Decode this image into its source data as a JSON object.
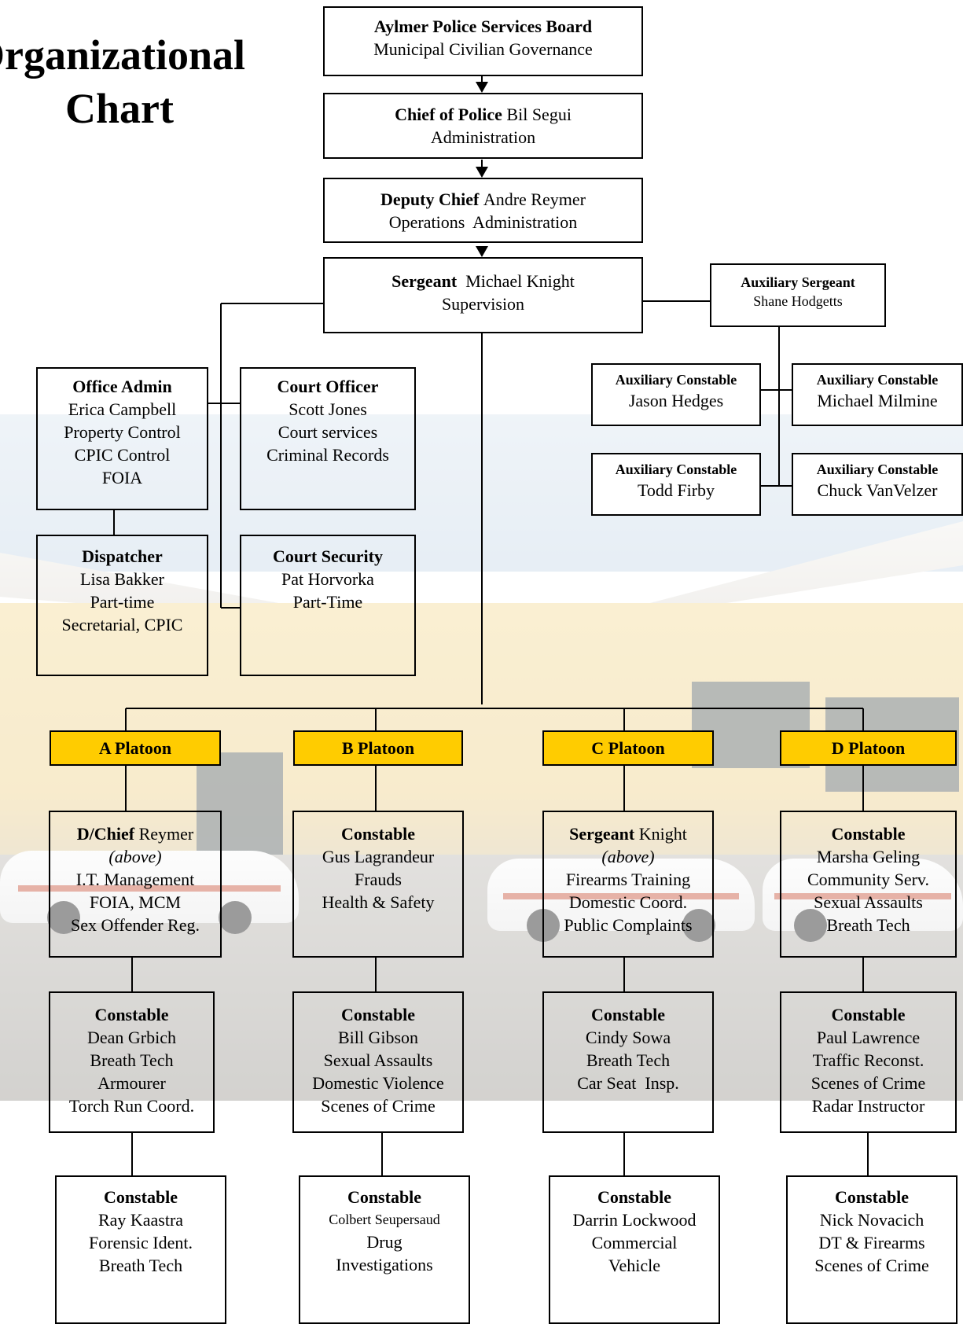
{
  "title": {
    "line1": "Organizational",
    "line2": "Chart"
  },
  "top": [
    {
      "name": "Aylmer Police Services Board",
      "lines": [
        "Municipal Civilian Governance"
      ]
    },
    {
      "role": "Chief of Police",
      "name": "Bil Segui",
      "lines": [
        "Administration"
      ]
    },
    {
      "role": "Deputy Chief",
      "name": "Andre Reymer",
      "lines": [
        "Operations  Administration"
      ]
    },
    {
      "role": "Sergeant",
      "name": "Michael Knight",
      "lines": [
        "Supervision"
      ]
    }
  ],
  "auxiliary": {
    "sergeant": {
      "role": "Auxiliary Sergeant",
      "name": "Shane Hodgetts"
    },
    "constables": [
      {
        "role": "Auxiliary Constable",
        "name": "Jason Hedges"
      },
      {
        "role": "Auxiliary Constable",
        "name": "Michael Milmine"
      },
      {
        "role": "Auxiliary Constable",
        "name": "Todd Firby"
      },
      {
        "role": "Auxiliary Constable",
        "name": "Chuck VanVelzer"
      }
    ]
  },
  "support": {
    "office_admin": {
      "role": "Office Admin",
      "lines": [
        "Erica Campbell",
        "Property Control",
        "CPIC Control",
        "FOIA"
      ]
    },
    "dispatcher": {
      "role": "Dispatcher",
      "lines": [
        "Lisa Bakker",
        "Part-time",
        "Secretarial, CPIC"
      ]
    },
    "court_officer": {
      "role": "Court Officer",
      "lines": [
        "Scott Jones",
        "Court services",
        "Criminal Records"
      ]
    },
    "court_security": {
      "role": "Court Security",
      "lines": [
        "Pat Horvorka",
        "Part-Time"
      ]
    }
  },
  "platoons": [
    {
      "label": "A Platoon",
      "members": [
        {
          "role": "D/Chief",
          "name": "Reymer",
          "note": "(above)",
          "lines": [
            "I.T. Management",
            "FOIA, MCM",
            "Sex Offender Reg."
          ]
        },
        {
          "role": "Constable",
          "lines": [
            "Dean Grbich",
            "Breath Tech",
            "Armourer",
            "Torch Run Coord."
          ]
        },
        {
          "role": "Constable",
          "lines": [
            "Ray Kaastra",
            "Forensic Ident.",
            "Breath Tech"
          ]
        }
      ]
    },
    {
      "label": "B Platoon",
      "members": [
        {
          "role": "Constable",
          "lines": [
            "Gus Lagrandeur",
            "Frauds",
            "Health & Safety"
          ]
        },
        {
          "role": "Constable",
          "lines": [
            "Bill Gibson",
            "Sexual Assaults",
            "Domestic Violence",
            "Scenes of Crime"
          ]
        },
        {
          "role": "Constable",
          "small": "Colbert Seupersaud",
          "lines": [
            "Drug",
            "Investigations"
          ]
        }
      ]
    },
    {
      "label": "C Platoon",
      "members": [
        {
          "role": "Sergeant",
          "name": "Knight",
          "note": "(above)",
          "lines": [
            "Firearms Training",
            "Domestic Coord.",
            "Public Complaints"
          ]
        },
        {
          "role": "Constable",
          "lines": [
            "Cindy Sowa",
            "Breath Tech",
            "Car Seat  Insp."
          ]
        },
        {
          "role": "Constable",
          "lines": [
            "Darrin Lockwood",
            "Commercial",
            "Vehicle"
          ]
        }
      ]
    },
    {
      "label": "D Platoon",
      "members": [
        {
          "role": "Constable",
          "lines": [
            "Marsha Geling",
            "Community Serv.",
            "Sexual Assaults",
            "Breath Tech"
          ]
        },
        {
          "role": "Constable",
          "lines": [
            "Paul Lawrence",
            "Traffic Reconst.",
            "Scenes of Crime",
            "Radar Instructor"
          ]
        },
        {
          "role": "Constable",
          "lines": [
            "Nick Novacich",
            "DT & Firearms",
            "Scenes of Crime"
          ]
        }
      ]
    }
  ]
}
